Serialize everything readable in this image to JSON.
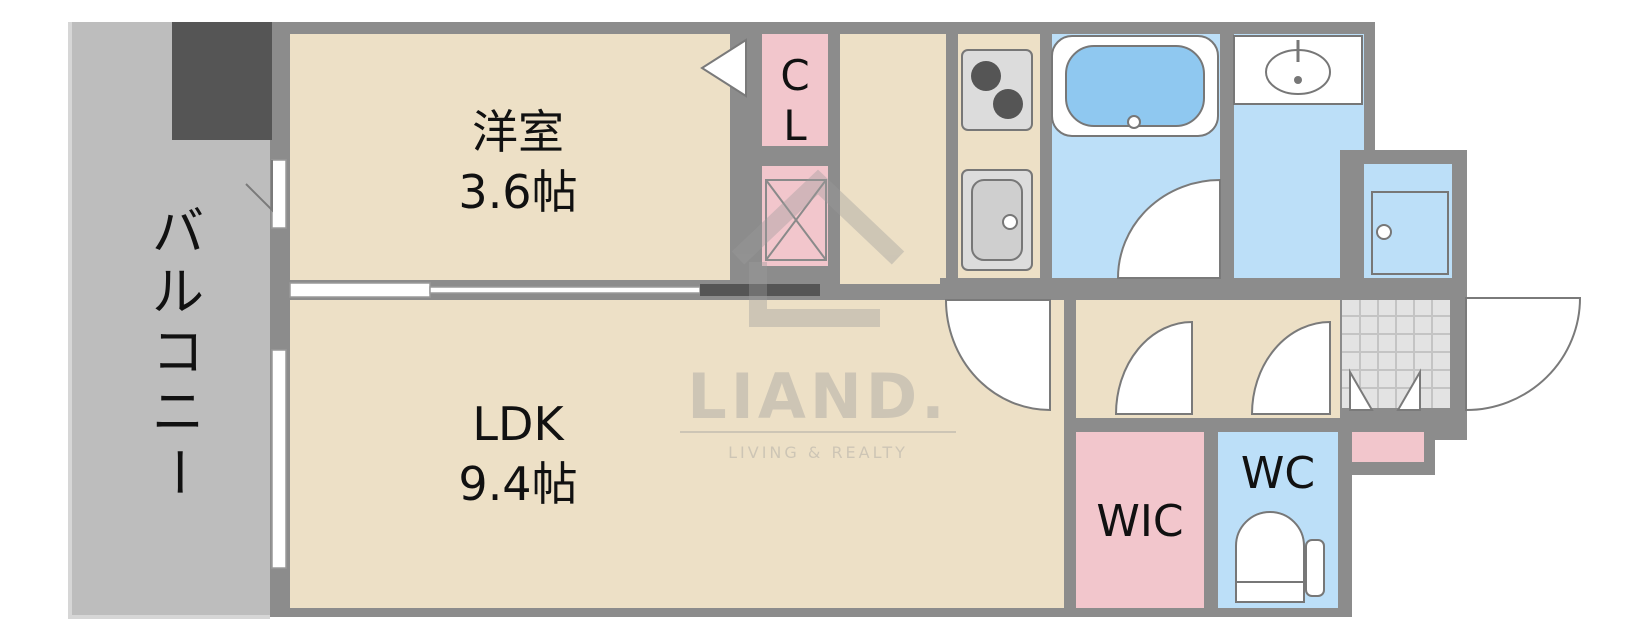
{
  "colors": {
    "wall": "#8c8c8c",
    "floor_living": "#ede0c6",
    "floor_wet": "#bcdff8",
    "floor_closet": "#f2c6cc",
    "balcony": "#bdbdbd",
    "watermark": "#b3b3b3"
  },
  "rooms": {
    "western_room": {
      "name": "洋室",
      "size": "3.6帖"
    },
    "closet": {
      "line1": "C",
      "line2": "L"
    },
    "ldk": {
      "name": "LDK",
      "size": "9.4帖"
    },
    "wic": {
      "label": "WIC"
    },
    "wc": {
      "label": "WC"
    },
    "balcony": {
      "chars": [
        "バ",
        "ル",
        "コ",
        "ニ",
        "ー"
      ]
    }
  },
  "watermark": {
    "brand": "LIAND.",
    "tagline": "LIVING & REALTY",
    "icon": "house-logo-icon"
  },
  "icons": [
    "stove-icon",
    "kitchen-sink-icon",
    "bathtub-icon",
    "washbasin-icon",
    "washing-machine-pan-icon",
    "toilet-icon",
    "shoe-cabinet-icon"
  ]
}
